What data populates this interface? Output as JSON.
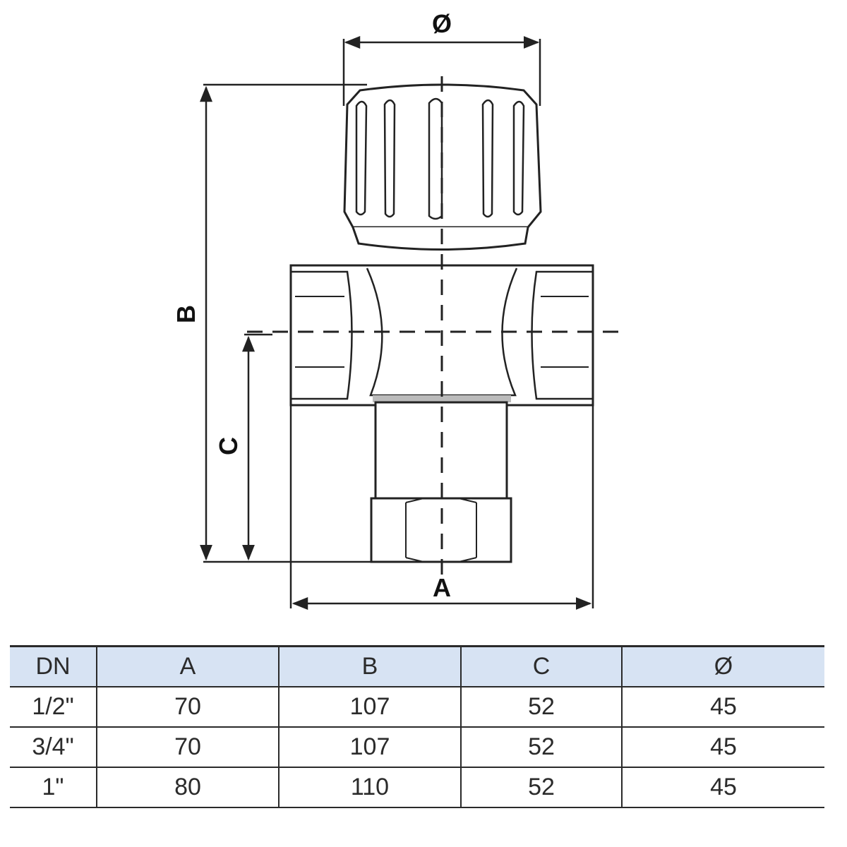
{
  "drawing": {
    "dimension_labels": {
      "diameter": "Ø",
      "height_total": "B",
      "height_inlet": "C",
      "width": "A"
    }
  },
  "table": {
    "headers": [
      "DN",
      "A",
      "B",
      "C",
      "Ø"
    ],
    "rows": [
      [
        "1/2\"",
        "70",
        "107",
        "52",
        "45"
      ],
      [
        "3/4\"",
        "70",
        "107",
        "52",
        "45"
      ],
      [
        "1\"",
        "80",
        "110",
        "52",
        "45"
      ]
    ]
  }
}
